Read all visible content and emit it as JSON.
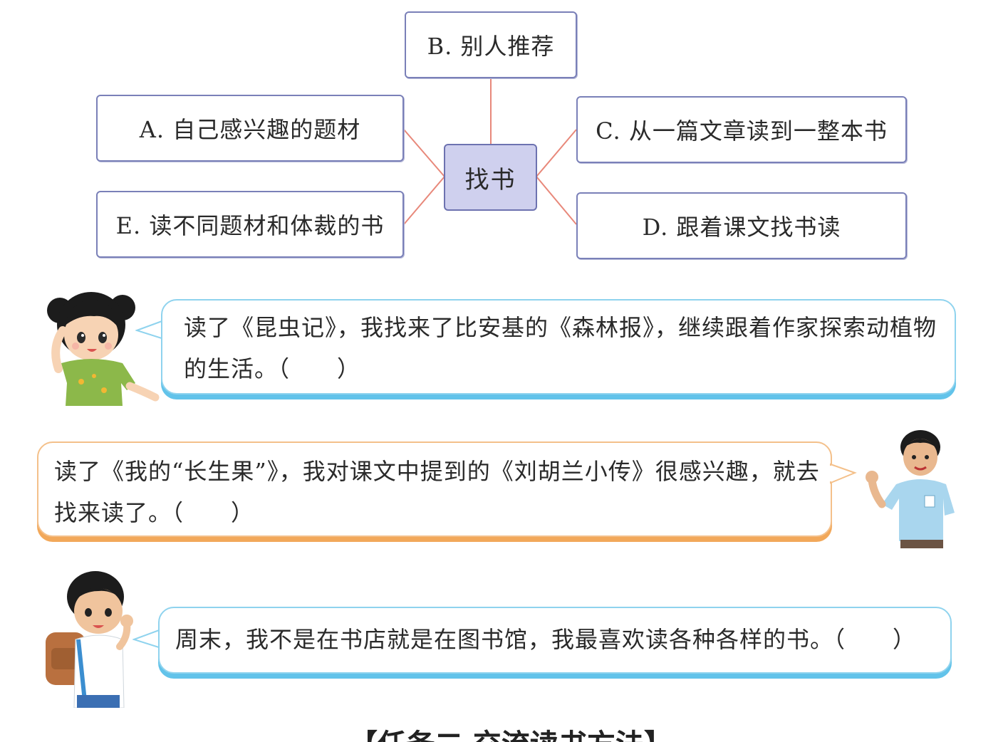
{
  "mindmap": {
    "center": "找书",
    "box_a": "A. 自己感兴趣的题材",
    "box_b": "B. 别人推荐",
    "box_c": "C. 从一篇文章读到一整本书",
    "box_d": "D. 跟着课文找书读",
    "box_e": "E. 读不同题材和体裁的书"
  },
  "dialogs": [
    {
      "speaker": "girl",
      "line1": "读了《昆虫记》，我找来了比安基的《森林报》，继续跟着作家探索动植物",
      "line2": "的生活。（　　）"
    },
    {
      "speaker": "boy-waving",
      "line1": "读了《我的“长生果”》，我对课文中提到的《刘胡兰小传》很感兴趣，就去",
      "line2": "找来读了。（　　）"
    },
    {
      "speaker": "boy-backpack",
      "line1": "周末，我不是在书店就是在图书馆，我最喜欢读各种各样的书。（　　）"
    }
  ],
  "section_title": "【任务二  交流读书方法】",
  "colors": {
    "box_border": "#7a80b8",
    "center_fill": "#cfd0ee",
    "connector": "#e8887a",
    "blue_bubble": "#62c3ea",
    "orange_bubble": "#f2a85a"
  }
}
